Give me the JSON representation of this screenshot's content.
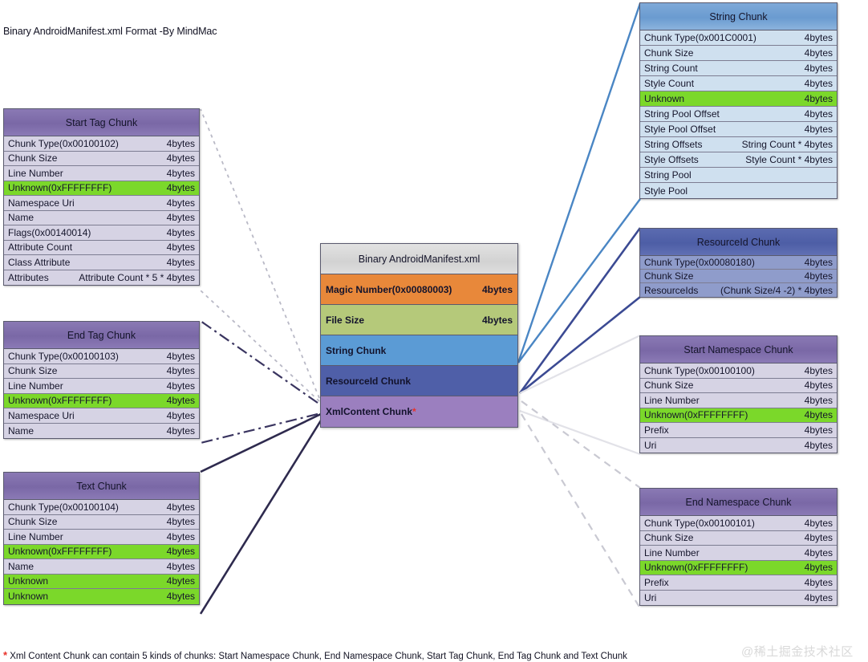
{
  "title": "Binary AndroidManifest.xml Format -By MindMac",
  "footnote_star": "*",
  "footnote": "Xml Content Chunk can contain 5 kinds of chunks: Start Namespace Chunk, End Namespace Chunk, Start Tag Chunk, End Tag Chunk and Text Chunk",
  "watermark": "@稀土掘金技术社区",
  "colors": {
    "magic_number": "#E8883A",
    "file_size": "#B5C97A",
    "string_chunk": "#5B9BD5",
    "resourceid_chunk": "#4F5FA8",
    "xmlcontent_chunk": "#9B7FBF",
    "purple_header": "#7E6DA8",
    "purple_row": "#D6D3E4",
    "blue_header": "#6A9BD0",
    "blue_row": "#CFE0EF",
    "navy_header": "#4D5EA6",
    "navy_row": "#8F9CCB",
    "highlight_green": "#7BD82A",
    "star_red": "#E8322A"
  },
  "main_table": {
    "title": "Binary AndroidManifest.xml",
    "rows": [
      {
        "label": "Magic Number(0x00080003)",
        "size": "4bytes",
        "style": "mr-magic"
      },
      {
        "label": "File Size",
        "size": "4bytes",
        "style": "mr-filesz"
      },
      {
        "label": "String Chunk",
        "size": "",
        "style": "mr-string"
      },
      {
        "label": "ResourceId Chunk",
        "size": "",
        "style": "mr-resid"
      },
      {
        "label": "XmlContent Chunk",
        "size": "",
        "style": "mr-xml",
        "star": "*"
      }
    ]
  },
  "start_tag_chunk": {
    "title": "Start Tag Chunk",
    "rows": [
      {
        "label": "Chunk Type(0x00100102)",
        "size": "4bytes"
      },
      {
        "label": "Chunk Size",
        "size": "4bytes"
      },
      {
        "label": "Line Number",
        "size": "4bytes"
      },
      {
        "label": "Unknown(0xFFFFFFFF)",
        "size": "4bytes",
        "highlight": true
      },
      {
        "label": "Namespace Uri",
        "size": "4bytes"
      },
      {
        "label": "Name",
        "size": "4bytes"
      },
      {
        "label": "Flags(0x00140014)",
        "size": "4bytes"
      },
      {
        "label": "Attribute Count",
        "size": "4bytes"
      },
      {
        "label": "Class Attribute",
        "size": "4bytes"
      },
      {
        "label": "Attributes",
        "size": "Attribute Count * 5 * 4bytes"
      }
    ]
  },
  "end_tag_chunk": {
    "title": "End Tag Chunk",
    "rows": [
      {
        "label": "Chunk Type(0x00100103)",
        "size": "4bytes"
      },
      {
        "label": "Chunk Size",
        "size": "4bytes"
      },
      {
        "label": "Line Number",
        "size": "4bytes"
      },
      {
        "label": "Unknown(0xFFFFFFFF)",
        "size": "4bytes",
        "highlight": true
      },
      {
        "label": "Namespace Uri",
        "size": "4bytes"
      },
      {
        "label": "Name",
        "size": "4bytes"
      }
    ]
  },
  "text_chunk": {
    "title": "Text Chunk",
    "rows": [
      {
        "label": "Chunk Type(0x00100104)",
        "size": "4bytes"
      },
      {
        "label": "Chunk Size",
        "size": "4bytes"
      },
      {
        "label": "Line Number",
        "size": "4bytes"
      },
      {
        "label": "Unknown(0xFFFFFFFF)",
        "size": "4bytes",
        "highlight": true
      },
      {
        "label": "Name",
        "size": "4bytes"
      },
      {
        "label": "Unknown",
        "size": "4bytes",
        "highlight": true
      },
      {
        "label": "Unknown",
        "size": "4bytes",
        "highlight": true
      }
    ]
  },
  "string_chunk": {
    "title": "String Chunk",
    "rows": [
      {
        "label": "Chunk Type(0x001C0001)",
        "size": "4bytes"
      },
      {
        "label": "Chunk Size",
        "size": "4bytes"
      },
      {
        "label": "String Count",
        "size": "4bytes"
      },
      {
        "label": "Style Count",
        "size": "4bytes"
      },
      {
        "label": "Unknown",
        "size": "4bytes",
        "highlight": true
      },
      {
        "label": "String Pool Offset",
        "size": "4bytes"
      },
      {
        "label": "Style Pool Offset",
        "size": "4bytes"
      },
      {
        "label": "String Offsets",
        "size": "String Count * 4bytes"
      },
      {
        "label": "Style Offsets",
        "size": "Style Count * 4bytes"
      },
      {
        "label": "String Pool",
        "size": ""
      },
      {
        "label": "Style Pool",
        "size": ""
      }
    ]
  },
  "resourceid_chunk": {
    "title": "ResourceId Chunk",
    "rows": [
      {
        "label": "Chunk Type(0x00080180)",
        "size": "4bytes"
      },
      {
        "label": "Chunk Size",
        "size": "4bytes"
      },
      {
        "label": "ResourceIds",
        "size": "(Chunk Size/4 -2) * 4bytes"
      }
    ]
  },
  "start_namespace_chunk": {
    "title": "Start Namespace Chunk",
    "rows": [
      {
        "label": "Chunk Type(0x00100100)",
        "size": "4bytes"
      },
      {
        "label": "Chunk Size",
        "size": "4bytes"
      },
      {
        "label": "Line Number",
        "size": "4bytes"
      },
      {
        "label": "Unknown(0xFFFFFFFF)",
        "size": "4bytes",
        "highlight": true
      },
      {
        "label": "Prefix",
        "size": "4bytes"
      },
      {
        "label": "Uri",
        "size": "4bytes"
      }
    ]
  },
  "end_namespace_chunk": {
    "title": "End Namespace Chunk",
    "rows": [
      {
        "label": "Chunk Type(0x00100101)",
        "size": "4bytes"
      },
      {
        "label": "Chunk Size",
        "size": "4bytes"
      },
      {
        "label": "Line Number",
        "size": "4bytes"
      },
      {
        "label": "Unknown(0xFFFFFFFF)",
        "size": "4bytes",
        "highlight": true
      },
      {
        "label": "Prefix",
        "size": "4bytes"
      },
      {
        "label": "Uri",
        "size": "4bytes"
      }
    ]
  }
}
